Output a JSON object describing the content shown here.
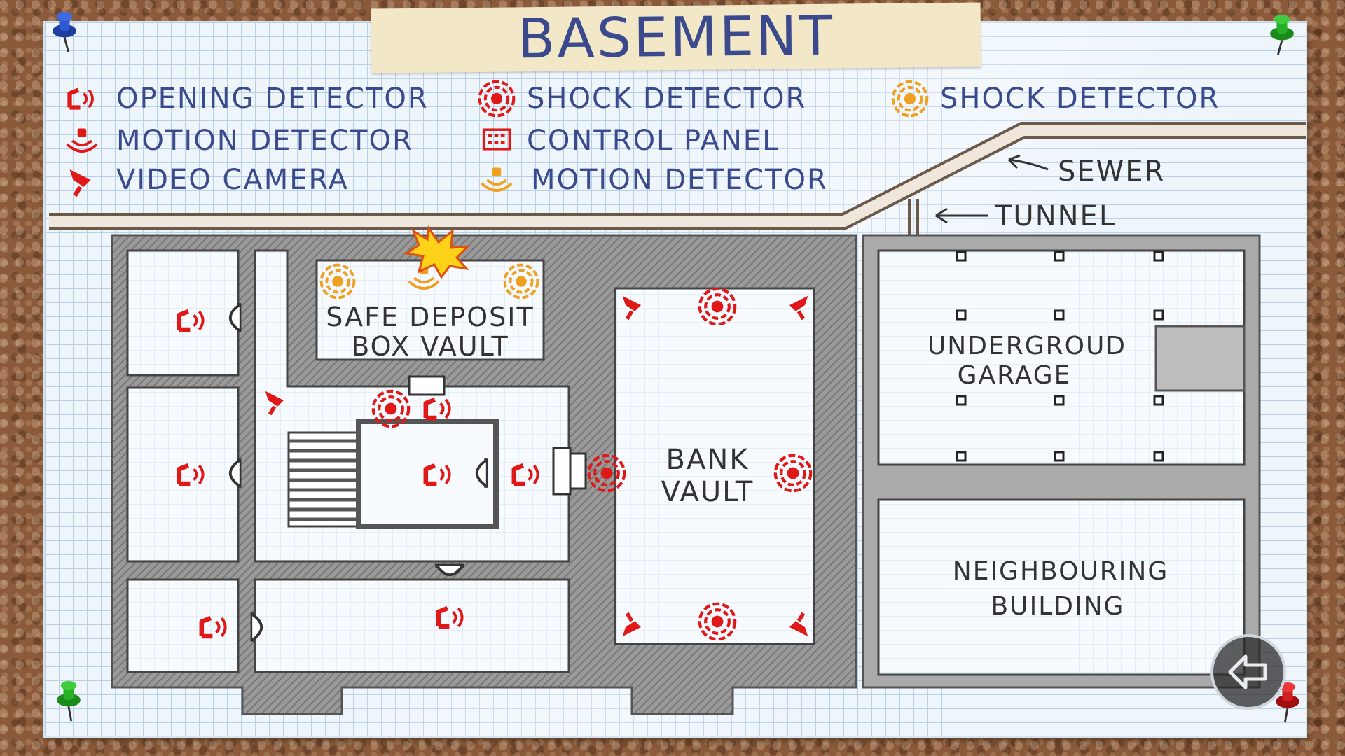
{
  "title": "BASEMENT",
  "legend": [
    {
      "label": "OPENING DETECTOR",
      "icon": "opening-detector-icon",
      "color": "#e01818"
    },
    {
      "label": "MOTION DETECTOR",
      "icon": "motion-detector-icon",
      "color": "#e01818"
    },
    {
      "label": "VIDEO CAMERA",
      "icon": "video-camera-icon",
      "color": "#e01818"
    },
    {
      "label": "SHOCK DETECTOR",
      "icon": "shock-detector-icon",
      "color": "#e01818"
    },
    {
      "label": "CONTROL PANEL",
      "icon": "control-panel-icon",
      "color": "#e01818"
    },
    {
      "label": "MOTION DETECTOR",
      "icon": "motion-detector-icon",
      "color": "#f0a020"
    },
    {
      "label": "SHOCK DETECTOR",
      "icon": "shock-detector-icon",
      "color": "#f0a020"
    }
  ],
  "rooms": {
    "safe_deposit": [
      "SAFE DEPOSIT",
      "BOX VAULT"
    ],
    "bank_vault": [
      "BANK",
      "VAULT"
    ],
    "garage": [
      "UNDERGROUD",
      "GARAGE"
    ],
    "neighbour": [
      "NEIGHBOURING",
      "BUILDING"
    ]
  },
  "annotations": {
    "sewer": "SEWER",
    "tunnel": "TUNNEL"
  },
  "colors": {
    "red": "#e01818",
    "orange": "#f0a020",
    "ink": "#3b4a8c",
    "wall": "#8d8d8d"
  },
  "back_button": {
    "icon": "back-arrow-icon"
  }
}
